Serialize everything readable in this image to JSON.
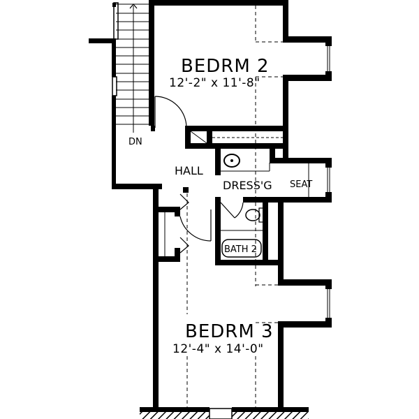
{
  "plan": {
    "colors": {
      "wall": "#000000",
      "background": "#ffffff",
      "line": "#000000"
    },
    "rooms": [
      {
        "id": "bedroom2",
        "name": "BEDRM 2",
        "dimensions": "12'-2\" x 11'-8\""
      },
      {
        "id": "bedroom3",
        "name": "BEDRM 3",
        "dimensions": "12'-4\" x 14'-0\""
      },
      {
        "id": "hall",
        "name": "HALL"
      },
      {
        "id": "dressing",
        "name": "DRESS'G"
      },
      {
        "id": "seat",
        "name": "SEAT"
      },
      {
        "id": "bath2",
        "name": "BATH 2"
      }
    ],
    "stairs": {
      "label": "DN",
      "direction": "down"
    }
  }
}
